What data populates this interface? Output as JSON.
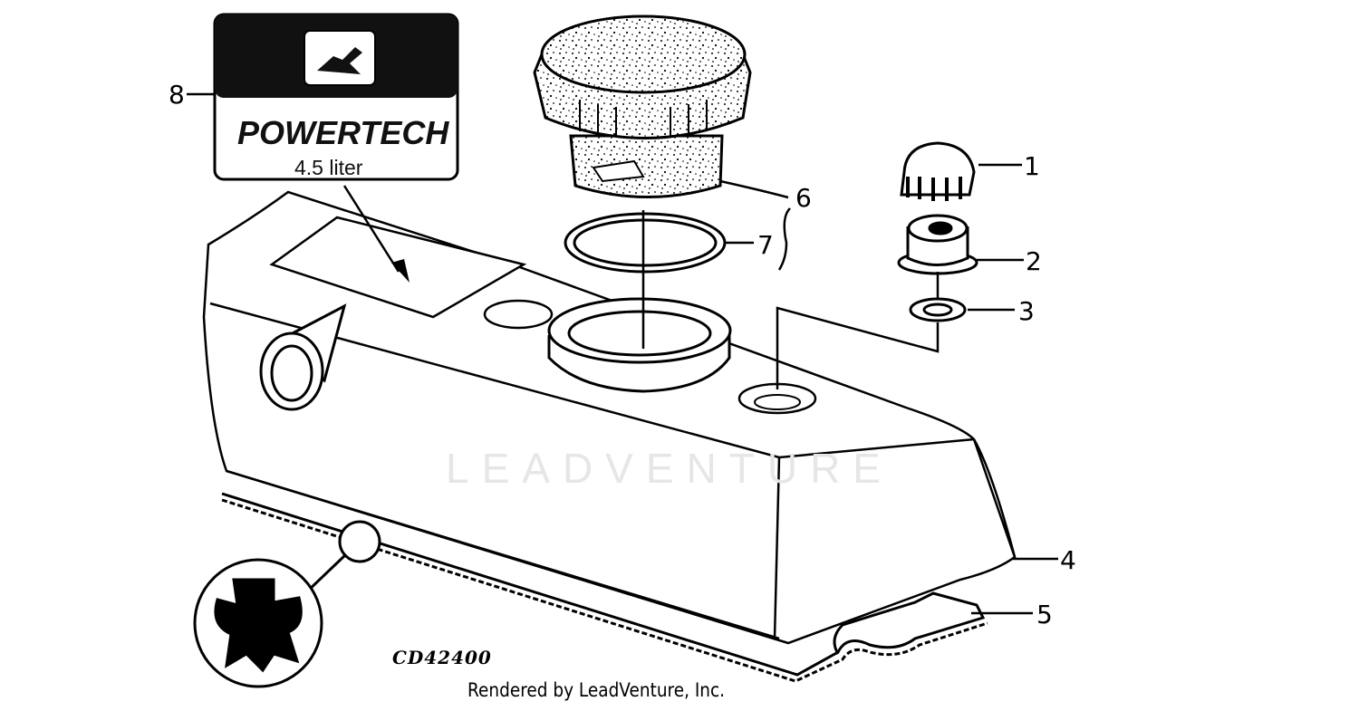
{
  "watermark": "LEADVENTURE",
  "decal": {
    "title": "POWERTECH",
    "subtitle": "4.5 liter",
    "logo": "john-deere-leaping-deer-logo"
  },
  "callouts": [
    "1",
    "2",
    "3",
    "4",
    "5",
    "6",
    "7",
    "8"
  ],
  "figure_code": "CD42400",
  "credit": "Rendered by LeadVenture, Inc."
}
